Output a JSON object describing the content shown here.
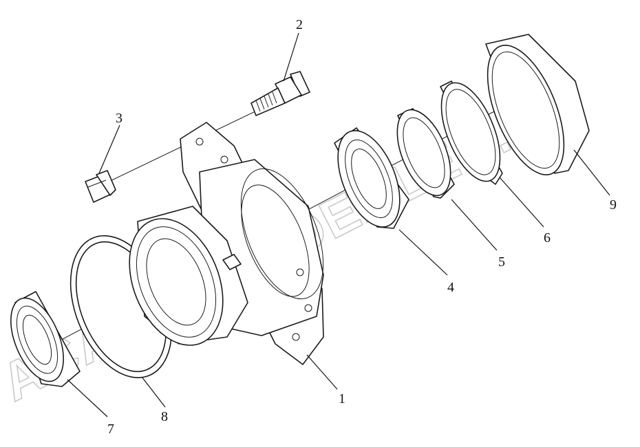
{
  "watermark": "ACAT.AUTODEALER.RU",
  "callouts": [
    {
      "id": "1",
      "label": "1"
    },
    {
      "id": "2",
      "label": "2"
    },
    {
      "id": "3",
      "label": "3"
    },
    {
      "id": "4",
      "label": "4"
    },
    {
      "id": "5",
      "label": "5"
    },
    {
      "id": "6",
      "label": "6"
    },
    {
      "id": "7",
      "label": "7"
    },
    {
      "id": "8",
      "label": "8"
    },
    {
      "id": "9",
      "label": "9"
    }
  ]
}
